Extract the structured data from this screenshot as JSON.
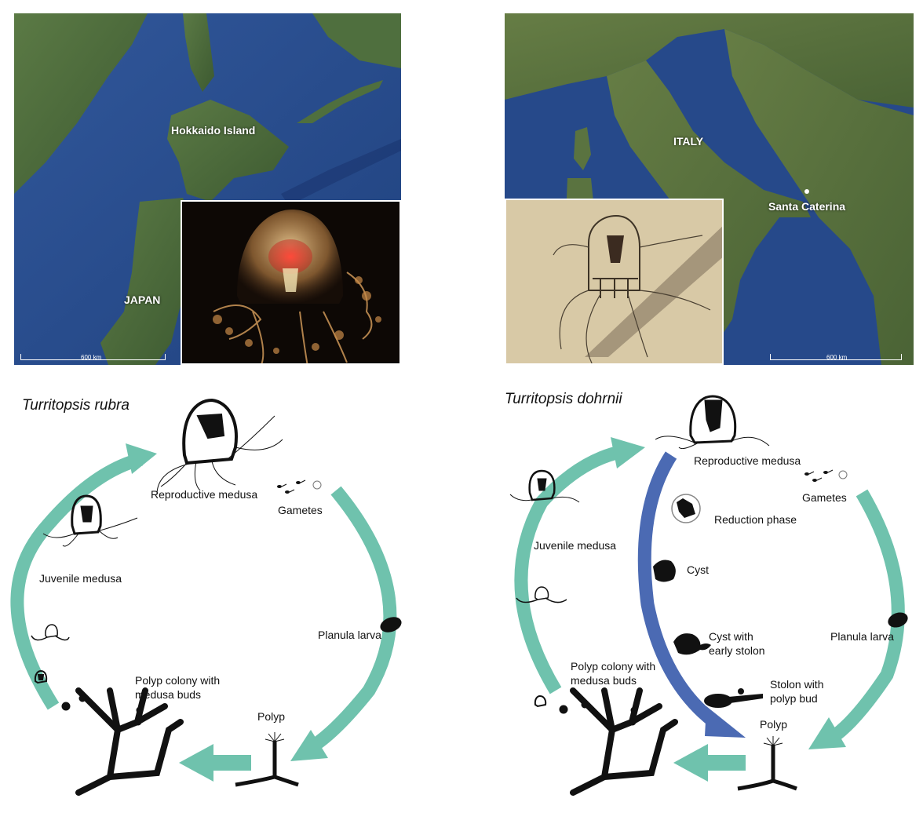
{
  "maps": {
    "japan": {
      "label_island": "Hokkaido Island",
      "label_country": "JAPAN",
      "scale_label": "600 km"
    },
    "italy": {
      "label_country": "ITALY",
      "label_site": "Santa Caterina",
      "scale_label": "600 km"
    }
  },
  "left_cycle": {
    "species": "Turritopsis rubra",
    "stages": {
      "reproductive_medusa": "Reproductive medusa",
      "gametes": "Gametes",
      "juvenile_medusa": "Juvenile medusa",
      "planula_larva": "Planula larva",
      "polyp_colony_line1": "Polyp colony with",
      "polyp_colony_line2": "medusa buds",
      "polyp": "Polyp"
    }
  },
  "right_cycle": {
    "species": "Turritopsis dohrnii",
    "stages": {
      "reproductive_medusa": "Reproductive medusa",
      "gametes": "Gametes",
      "reduction_phase": "Reduction phase",
      "juvenile_medusa": "Juvenile medusa",
      "cyst": "Cyst",
      "cyst_stolon_line1": "Cyst with",
      "cyst_stolon_line2": "early stolon",
      "planula_larva": "Planula larva",
      "polyp_colony_line1": "Polyp colony with",
      "polyp_colony_line2": "medusa buds",
      "stolon_bud_line1": "Stolon with",
      "stolon_bud_line2": "polyp bud",
      "polyp": "Polyp"
    }
  },
  "colors": {
    "cycle_arrow": "#6fc2ad",
    "reverse_arrow": "#4b6ab3",
    "ocean": "#2a4b8e",
    "land": "#4a6b3a"
  }
}
